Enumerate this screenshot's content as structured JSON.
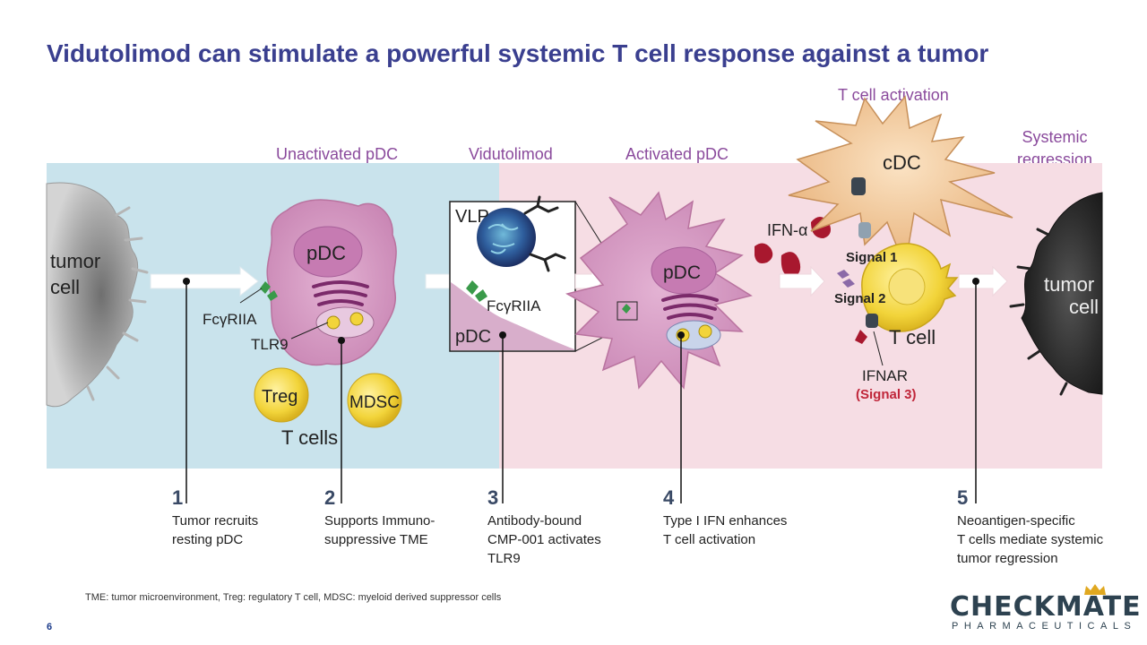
{
  "title": "Vidutolimod can stimulate a powerful systemic T cell response against a tumor",
  "stage_labels": {
    "unactivated_pdc": "Unactivated pDC",
    "vidutolimod": "Vidutolimod",
    "activated_pdc": "Activated pDC",
    "t_cell_activation": "T cell activation",
    "systemic_regression": "Systemic\nregression"
  },
  "diagram_labels": {
    "tumor_cell_left": [
      "tumor",
      "cell"
    ],
    "tumor_cell_right": [
      "tumor",
      "cell"
    ],
    "pdc": "pDC",
    "fcgr_left": "FcγRIIA",
    "tlr9": "TLR9",
    "treg": "Treg",
    "mdsc": "MDSC",
    "t_cells": "T cells",
    "vlp": "VLP",
    "fcgr_inset": "FcγRIIA",
    "pdc_inset": "pDC",
    "pdc_activated": "pDC",
    "ifn_alpha": "IFN-α",
    "cdc": "cDC",
    "signal_1": "Signal 1",
    "signal_2": "Signal 2",
    "t_cell": "T cell",
    "ifnar": "IFNAR",
    "signal_3": "(Signal 3)"
  },
  "steps": [
    {
      "number": "1",
      "text": "Tumor recruits\nresting pDC"
    },
    {
      "number": "2",
      "text": "Supports Immuno-\nsuppressive TME"
    },
    {
      "number": "3",
      "text": "Antibody-bound\nCMP-001 activates\nTLR9"
    },
    {
      "number": "4",
      "text": "Type I IFN enhances\nT cell activation"
    },
    {
      "number": "5",
      "text": "Neoantigen-specific\nT cells mediate systemic\ntumor regression"
    }
  ],
  "footnote": "TME: tumor microenvironment,  Treg: regulatory T cell,  MDSC: myeloid derived suppressor cells",
  "page_number": "6",
  "logo": {
    "main": "CHECKMATE",
    "sub": "PHARMACEUTICALS"
  },
  "colors": {
    "title": "#3a3f8f",
    "label_purple": "#8a4a9c",
    "panel_blue": "#c9e3ec",
    "panel_pink": "#f6dde4",
    "pdc_pink": "#d79cc4",
    "yellow_cell": "#f2d43a",
    "signal3_red": "#c0263a"
  }
}
